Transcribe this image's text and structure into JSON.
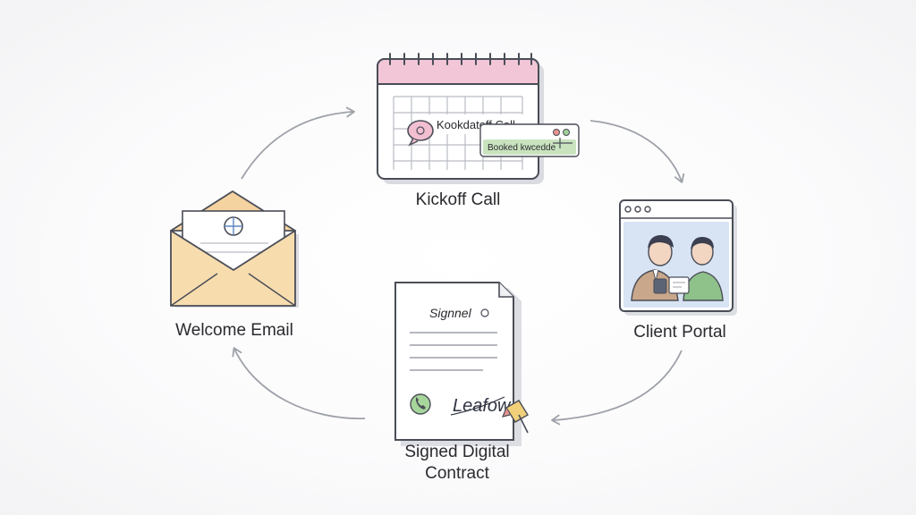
{
  "steps": {
    "kickoff": {
      "label": "Kickoff Call",
      "event_title": "Kookdatoff Call",
      "status_tag": "Booked kwcedde"
    },
    "portal": {
      "label": "Client Portal"
    },
    "contract": {
      "label": "Signed Digital Contract",
      "label_line1": "Signed Digital",
      "label_line2": "Contract",
      "doc_title": "Signnel",
      "signature": "Leafow"
    },
    "email": {
      "label": "Welcome Email"
    }
  },
  "colors": {
    "calendar_header": "#f2c6d6",
    "calendar_tag": "#c9e3bf",
    "envelope": "#f7dcae",
    "portal_bg": "#d8e4f3",
    "arrow": "#9ea1a9",
    "outline": "#4a4d57"
  },
  "icons": [
    "calendar-icon",
    "browser-window-icon",
    "document-icon",
    "envelope-icon",
    "pen-icon",
    "phone-icon",
    "chat-bubble-icon"
  ]
}
